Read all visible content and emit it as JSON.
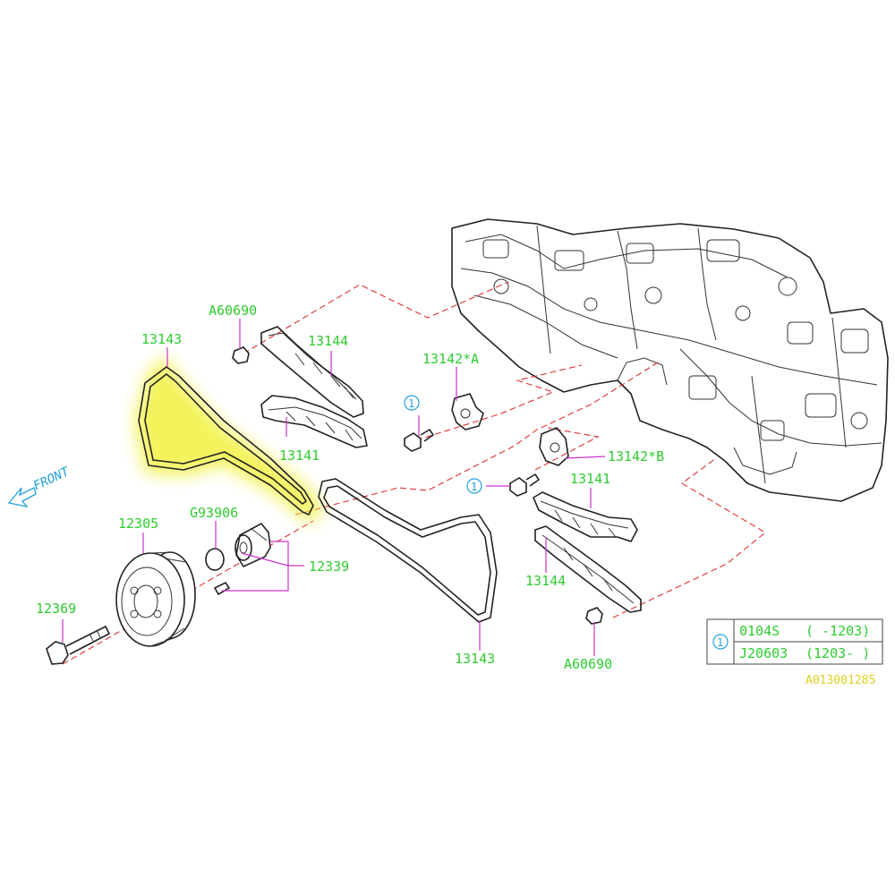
{
  "labels": {
    "chain_left": "13143",
    "chain_right": "13143",
    "bolt_top": "A60690",
    "bolt_bottom": "A60690",
    "guide_upper_left": "13144",
    "guide_lower_left": "13141",
    "guide_upper_right": "13141",
    "guide_lower_right": "13144",
    "tensioner_a": "13142*A",
    "tensioner_b": "13142*B",
    "oring": "G93906",
    "pulley": "12305",
    "sprocket": "12339",
    "crank_bolt": "12369",
    "front": "FRONT",
    "callout": "1",
    "diagram_code": "A013001285"
  },
  "legend": {
    "marker": "1",
    "rows": [
      {
        "part": "0104S",
        "range": "( -1203)"
      },
      {
        "part": "J20603",
        "range": "(1203- )"
      }
    ]
  },
  "colors": {
    "label": "#2ecc2e",
    "callout": "#22a0e0",
    "leader": "#cc33cc",
    "dashed_line": "#e03030",
    "highlight": "#f2f24a",
    "code": "#e0d020"
  }
}
